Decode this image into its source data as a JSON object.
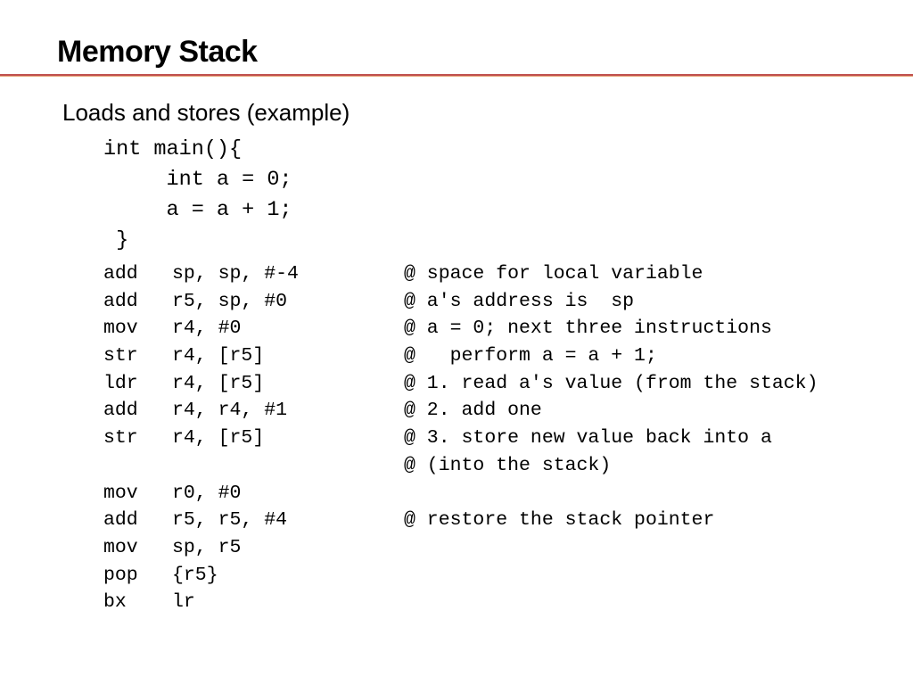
{
  "slide": {
    "title": "Memory Stack",
    "subtitle": "Loads and stores  (example)"
  },
  "source_code": [
    "int main(){",
    "     int a = 0;",
    "     a = a + 1;",
    " }"
  ],
  "assembly": [
    {
      "op": "add",
      "args": "sp, sp, #-4",
      "comment": "@ space for local variable"
    },
    {
      "op": "add",
      "args": "r5, sp, #0",
      "comment": "@ a's address is  sp"
    },
    {
      "op": "mov",
      "args": "r4, #0",
      "comment": "@ a = 0; next three instructions"
    },
    {
      "op": "str",
      "args": "r4, [r5]",
      "comment": "@   perform a = a + 1;"
    },
    {
      "op": "ldr",
      "args": "r4, [r5]",
      "comment": "@ 1. read a's value (from the stack)"
    },
    {
      "op": "add",
      "args": "r4, r4, #1",
      "comment": "@ 2. add one"
    },
    {
      "op": "str",
      "args": "r4, [r5]",
      "comment": "@ 3. store new value back into a"
    },
    {
      "op": "",
      "args": "",
      "comment": "@ (into the stack)"
    },
    {
      "op": "mov",
      "args": "r0, #0",
      "comment": ""
    },
    {
      "op": "add",
      "args": "r5, r5, #4",
      "comment": "@ restore the stack pointer"
    },
    {
      "op": "mov",
      "args": "sp, r5",
      "comment": ""
    },
    {
      "op": "pop",
      "args": "{r5}",
      "comment": ""
    },
    {
      "op": "bx",
      "args": "lr",
      "comment": ""
    }
  ],
  "colors": {
    "title_rule": "#c0504d"
  }
}
